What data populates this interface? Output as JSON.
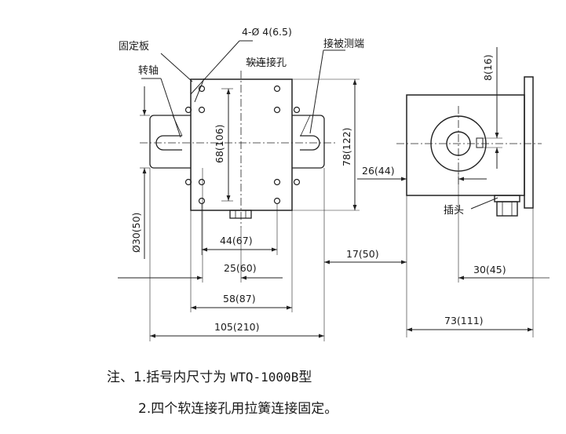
{
  "labels": {
    "holes": "4-Ø 4(6.5)",
    "fixed_plate": "固定板",
    "soft_hole": "软连接孔",
    "shaft": "转轴",
    "measured_end": "接被测端",
    "plug": "插头"
  },
  "dimensions": {
    "d_68_106": "68(106)",
    "d_78_122": "78(122)",
    "d_30_50": "Ø30(50)",
    "d_44_67": "44(67)",
    "d_25_60": "25(60)",
    "d_17_50": "17(50)",
    "d_58_87": "58(87)",
    "d_105_210": "105(210)",
    "d_8_16": "8(16)",
    "d_26_44": "26(44)",
    "d_30_45": "30(45)",
    "d_73_111": "73(111)"
  },
  "notes": {
    "line1_prefix": "注、1.括号内尺寸为 ",
    "line1_model": "WTQ-1000B",
    "line1_suffix": "型",
    "line2": "2.四个软连接孔用拉簧连接固定。"
  }
}
